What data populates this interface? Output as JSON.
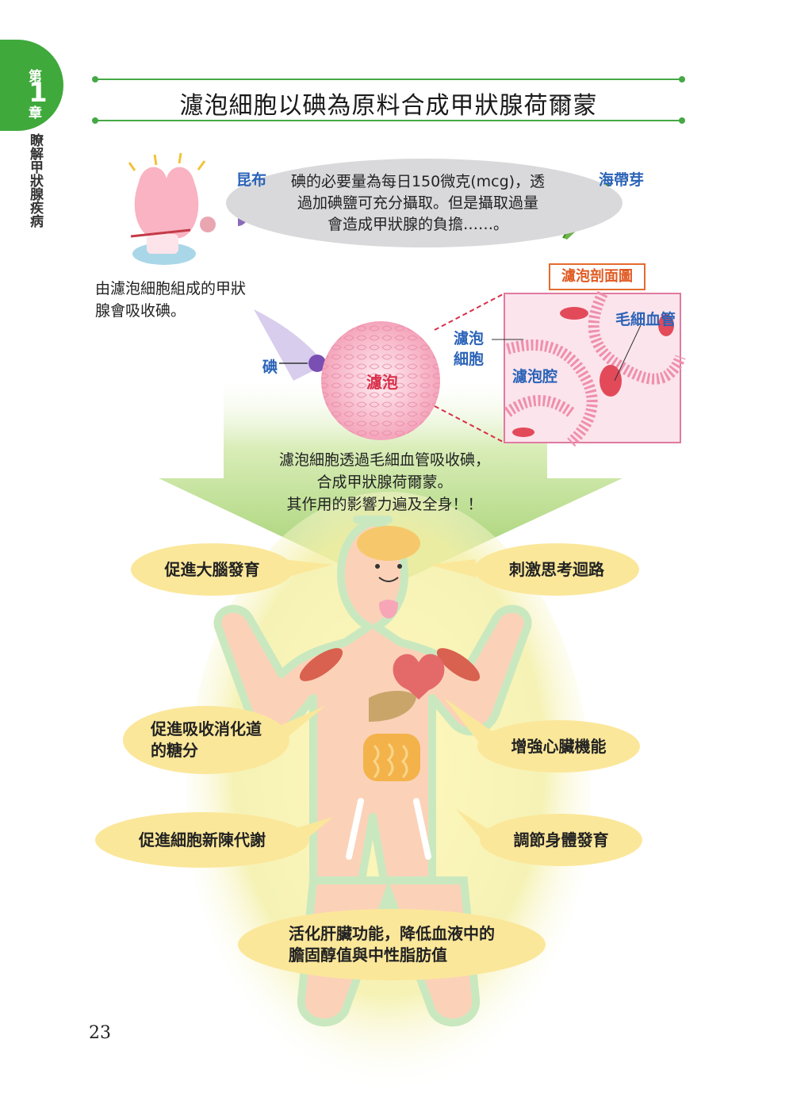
{
  "chapter": {
    "prefix": "第",
    "number": "1",
    "suffix": "章",
    "title": "瞭解甲狀腺疾病"
  },
  "page_title": "濾泡細胞以碘為原料合成甲狀腺荷爾蒙",
  "intake": {
    "kelp_label": "昆布",
    "wakame_label": "海帶芽",
    "lines": [
      "碘的必要量為每日150微克(mcg)，透",
      "過加碘鹽可充分攝取。但是攝取過量",
      "會造成甲狀腺的負擔……。"
    ]
  },
  "thyroid_caption": [
    "由濾泡細胞組成的甲狀",
    "腺會吸收碘。"
  ],
  "diagram": {
    "iodine_label": "碘",
    "follicle_label": "濾泡",
    "follicle_cell_label": [
      "濾泡",
      "細胞"
    ],
    "section_label": "濾泡剖面圖",
    "capillary_label": "毛細血管",
    "lumen_label": "濾泡腔"
  },
  "summary": [
    "濾泡細胞透過毛細血管吸收碘，",
    "合成甲狀腺荷爾蒙。",
    "其作用的影響力遍及全身！！"
  ],
  "effects": {
    "brain": "促進大腦發育",
    "thinking": "刺激思考迴路",
    "sugar": [
      "促進吸收消化道",
      "的糖分"
    ],
    "heart": "增強心臟機能",
    "metabolism": "促進細胞新陳代謝",
    "growth": "調節身體發育",
    "liver": [
      "活化肝臟功能，降低血液中的",
      "膽固醇值與中性脂肪值"
    ]
  },
  "page_number": "23",
  "colors": {
    "accent_green": "#3fa93b",
    "title_blue": "#2b63b8",
    "bubble_yellow": "#fbe79a",
    "section_orange": "#e15a22"
  }
}
